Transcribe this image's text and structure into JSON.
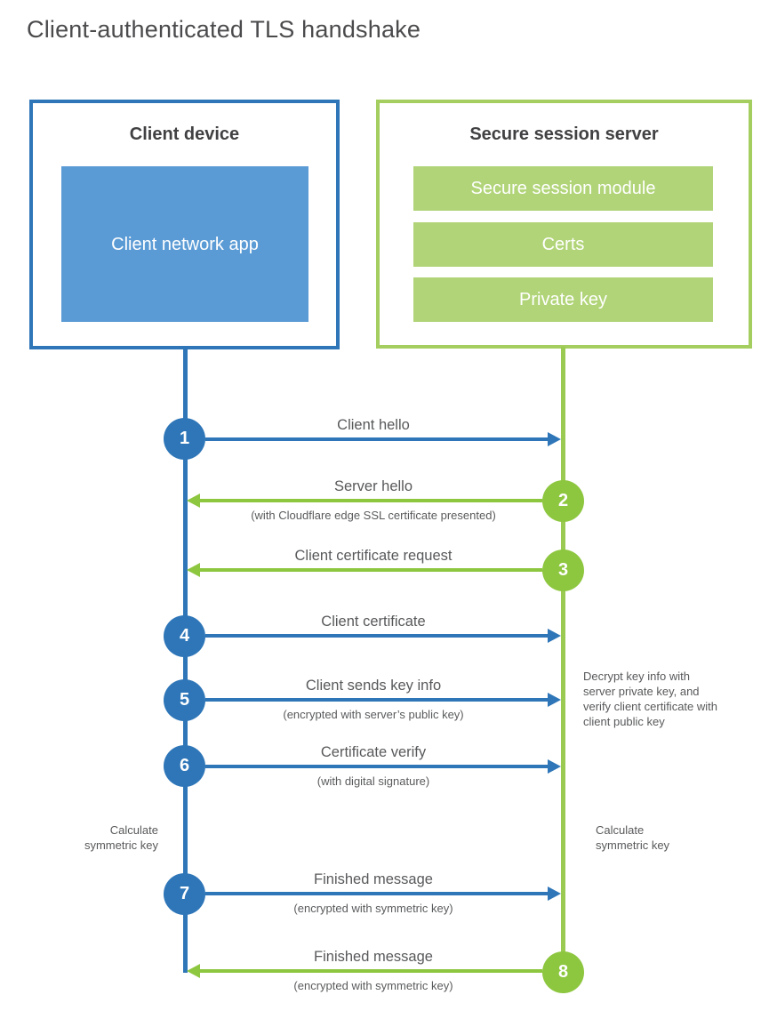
{
  "title": "Client-authenticated TLS handshake",
  "client": {
    "title": "Client device",
    "app_label": "Client network app"
  },
  "server": {
    "title": "Secure session server",
    "modules": [
      "Secure session module",
      "Certs",
      "Private key"
    ]
  },
  "steps": [
    {
      "num": "1",
      "actor": "client",
      "direction": "right",
      "label": "Client hello",
      "sublabel": ""
    },
    {
      "num": "2",
      "actor": "server",
      "direction": "left",
      "label": "Server hello",
      "sublabel": "(with Cloudflare edge SSL certificate presented)"
    },
    {
      "num": "3",
      "actor": "server",
      "direction": "left",
      "label": "Client certificate request",
      "sublabel": ""
    },
    {
      "num": "4",
      "actor": "client",
      "direction": "right",
      "label": "Client certificate",
      "sublabel": ""
    },
    {
      "num": "5",
      "actor": "client",
      "direction": "right",
      "label": "Client sends key info",
      "sublabel": "(encrypted with server’s public key)"
    },
    {
      "num": "6",
      "actor": "client",
      "direction": "right",
      "label": "Certificate verify",
      "sublabel": "(with digital signature)"
    },
    {
      "num": "7",
      "actor": "client",
      "direction": "right",
      "label": "Finished message",
      "sublabel": "(encrypted with symmetric key)"
    },
    {
      "num": "8",
      "actor": "server",
      "direction": "left",
      "label": "Finished message",
      "sublabel": "(encrypted with symmetric key)"
    }
  ],
  "annotations": {
    "decrypt_note": "Decrypt key info with server private key, and verify client certificate with client public key",
    "calculate_left": "Calculate symmetric key",
    "calculate_right": "Calculate symmetric key"
  },
  "colors": {
    "blue_stroke": "#2e76b8",
    "blue_fill": "#5b9bd5",
    "green_stroke": "#8dc63f",
    "green_line": "#9aca52",
    "green_border": "#a4ce60",
    "green_fill": "#b1d478",
    "heading_text": "#414042",
    "label_text": "#58595b"
  }
}
